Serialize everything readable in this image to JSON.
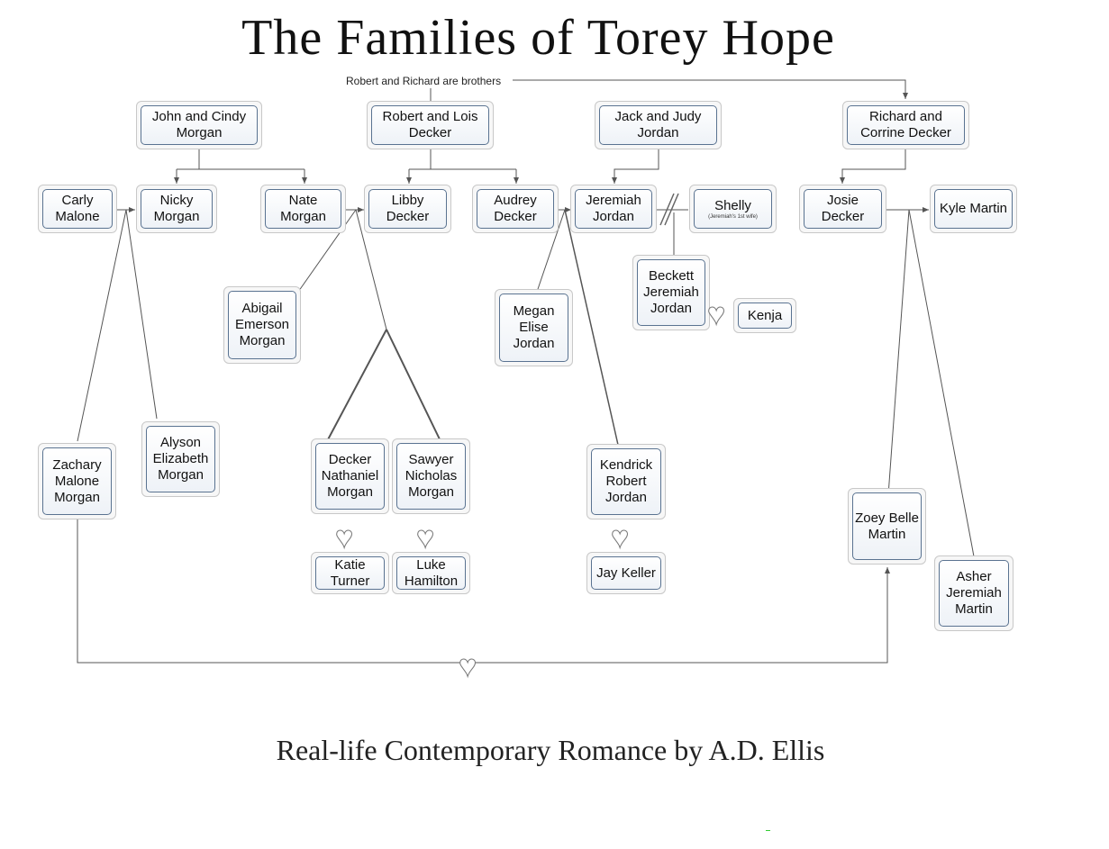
{
  "title": "The Families of Torey Hope",
  "subtitle": "Real-life Contemporary Romance by A.D. Ellis",
  "note": "Robert and Richard are brothers",
  "people": {
    "john_cindy": "John and Cindy\nMorgan",
    "robert_lois": "Robert and Lois\nDecker",
    "jack_judy": "Jack and Judy\nJordan",
    "richard_corrine": "Richard and\nCorrine Decker",
    "carly": "Carly\nMalone",
    "nicky": "Nicky\nMorgan",
    "nate": "Nate\nMorgan",
    "libby": "Libby\nDecker",
    "audrey": "Audrey\nDecker",
    "jeremiah": "Jeremiah\nJordan",
    "shelly": "Shelly",
    "shelly_note": "(Jeremiah's 1st wife)",
    "josie": "Josie\nDecker",
    "kyle": "Kyle Martin",
    "abigail": "Abigail\nEmerson\nMorgan",
    "megan": "Megan\nElise\nJordan",
    "beckett": "Beckett\nJeremiah\nJordan",
    "kenja": "Kenja",
    "zachary": "Zachary\nMalone\nMorgan",
    "alyson": "Alyson\nElizabeth\nMorgan",
    "decker_n": "Decker\nNathaniel\nMorgan",
    "sawyer": "Sawyer\nNicholas\nMorgan",
    "kendrick": "Kendrick\nRobert\nJordan",
    "zoey": "Zoey Belle\nMartin",
    "asher": "Asher\nJeremiah\nMartin",
    "katie": "Katie\nTurner",
    "luke": "Luke\nHamilton",
    "jay": "Jay Keller"
  }
}
